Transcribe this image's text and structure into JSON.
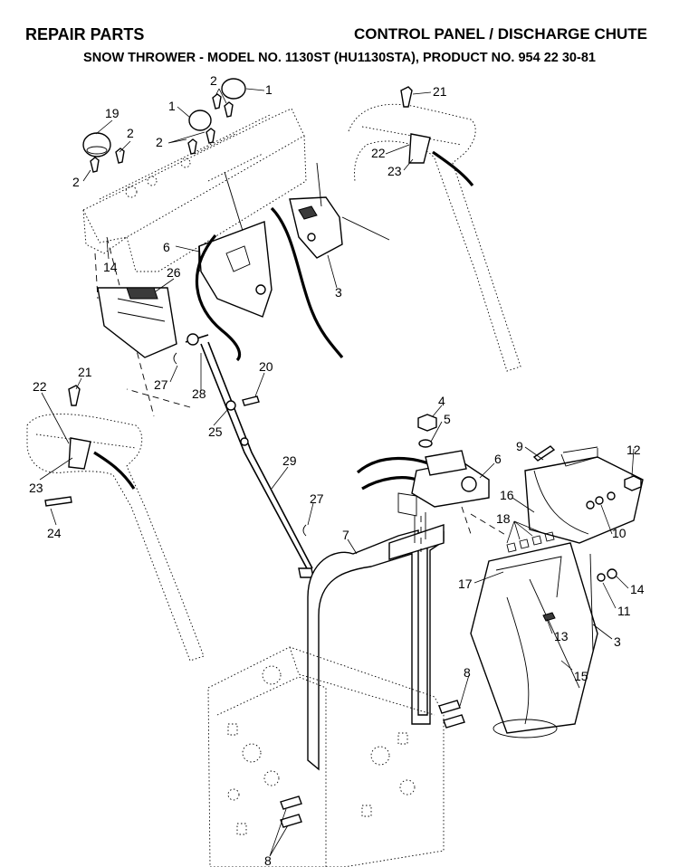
{
  "header": {
    "left": "REPAIR PARTS",
    "right": "CONTROL PANEL / DISCHARGE CHUTE"
  },
  "subtitle": "SNOW THROWER - MODEL NO. 1130ST (HU1130STA), PRODUCT NO. 954 22 30-81",
  "callouts": {
    "c1a": "1",
    "c1b": "1",
    "c19": "19",
    "c2a": "2",
    "c2b": "2",
    "c2c": "2",
    "c2d": "2",
    "c21a": "21",
    "c22a": "22",
    "c23a": "23",
    "c14a": "14",
    "c6a": "6",
    "c26": "26",
    "c3a": "3",
    "c27a": "27",
    "c28": "28",
    "c20": "20",
    "c25": "25",
    "c21b": "21",
    "c22b": "22",
    "c23b": "23",
    "c24": "24",
    "c4": "4",
    "c5": "5",
    "c6b": "6",
    "c9": "9",
    "c12": "12",
    "c29": "29",
    "c27b": "27",
    "c16": "16",
    "c10": "10",
    "c18": "18",
    "c7": "7",
    "c17": "17",
    "c14b": "14",
    "c11": "11",
    "c13": "13",
    "c3b": "3",
    "c15": "15",
    "c8a": "8",
    "c8b": "8"
  }
}
